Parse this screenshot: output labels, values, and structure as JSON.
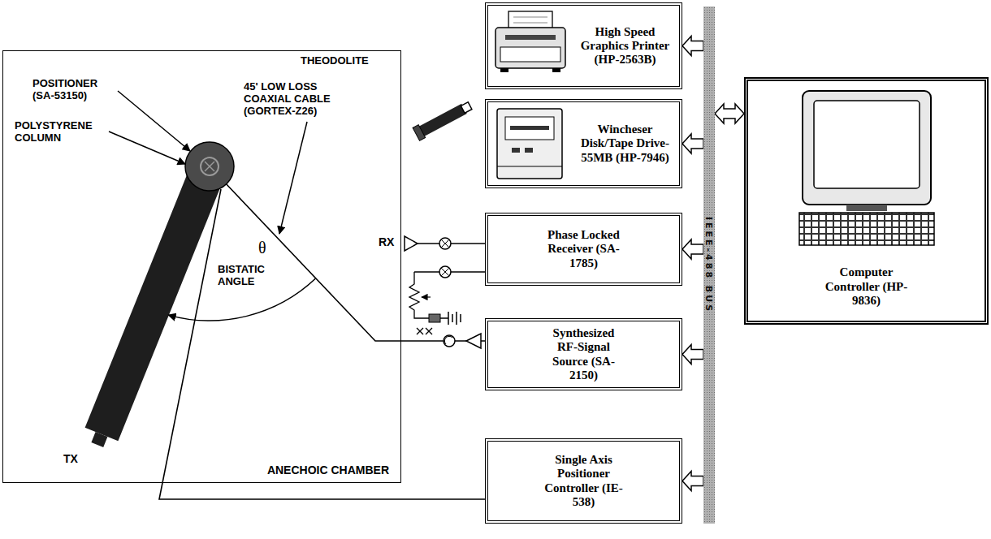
{
  "diagram": {
    "nodes": [
      {
        "text": [
          "ANECHOIC CHAMBER"
        ]
      },
      {
        "text": [
          "High Speed Graphics Printer (HP-2563B)"
        ]
      },
      {
        "text": [
          "Wincheser Disk/Tape Drive-55MB (HP-7946)"
        ]
      },
      {
        "text": [
          "Phase Locked Receiver (SA-1785)"
        ]
      },
      {
        "text": [
          "Synthesized RF-Signal Source (SA-2150)"
        ]
      },
      {
        "text": [
          "Single Axis Positioner Controller (IE-538)"
        ]
      },
      {
        "text": [
          "IEEE-488 BUS"
        ]
      },
      {
        "text": [
          "Computer Controller (HP-9836)"
        ]
      }
    ],
    "edges": [
      {
        "from": 6,
        "to": 1,
        "arrow": "to"
      },
      {
        "from": 6,
        "to": 2,
        "arrow": "to"
      },
      {
        "from": 6,
        "to": 3,
        "arrow": "to"
      },
      {
        "from": 6,
        "to": 4,
        "arrow": "to"
      },
      {
        "from": 6,
        "to": 5,
        "arrow": "to"
      },
      {
        "from": 6,
        "to": 7,
        "arrow": "both"
      }
    ],
    "labels": [
      "THEODOLITE",
      "POSITIONER (SA-53150)",
      "POLYSTYRENE COLUMN",
      "45' LOW LOSS COAXIAL CABLE (GORTEX-Z26)",
      "θ",
      "BISTATIC ANGLE",
      "RX",
      "TX"
    ]
  }
}
